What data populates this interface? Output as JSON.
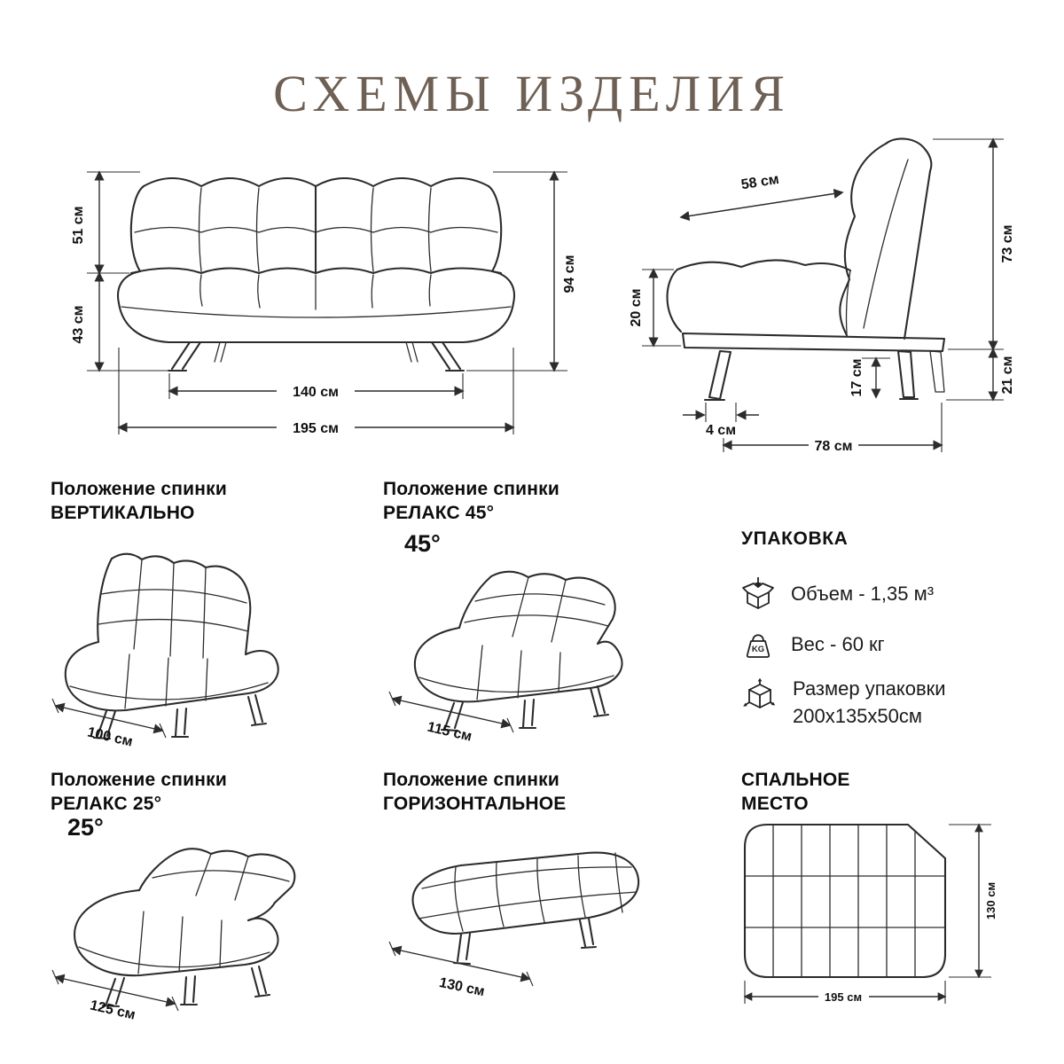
{
  "title": "СХЕМЫ ИЗДЕЛИЯ",
  "front_view": {
    "back_height": "51 см",
    "seat_height": "43 см",
    "total_height": "94 см",
    "leg_span": "140 см",
    "total_width": "195 см"
  },
  "side_view": {
    "seat_depth": "58 см",
    "back_height": "73 см",
    "seat_thickness": "20 см",
    "leg_clearance": "17 см",
    "base_height": "21 см",
    "foot_depth": "4 см",
    "total_depth": "78 см"
  },
  "positions": {
    "vertical": {
      "line1": "Положение спинки",
      "line2": "ВЕРТИКАЛЬНО",
      "width": "100 см"
    },
    "relax45": {
      "line1": "Положение спинки",
      "line2": "РЕЛАКС 45°",
      "angle": "45°",
      "width": "115 см"
    },
    "relax25": {
      "line1": "Положение спинки",
      "line2": "РЕЛАКС 25°",
      "angle": "25°",
      "width": "125 см"
    },
    "horizontal": {
      "line1": "Положение спинки",
      "line2": "ГОРИЗОНТАЛЬНОЕ",
      "width": "130 см"
    }
  },
  "packaging": {
    "title": "УПАКОВКА",
    "volume": "Объем - 1,35 м³",
    "weight": "Вес - 60 кг",
    "size_label": "Размер упаковки",
    "size_value": "200х135х50см",
    "kg_badge": "KG"
  },
  "sleeping": {
    "line1": "СПАЛЬНОЕ",
    "line2": "МЕСТО",
    "depth": "130 см",
    "width": "195 см"
  },
  "colors": {
    "title": "#6e6054",
    "line": "#2c2c2c",
    "text": "#101010"
  }
}
